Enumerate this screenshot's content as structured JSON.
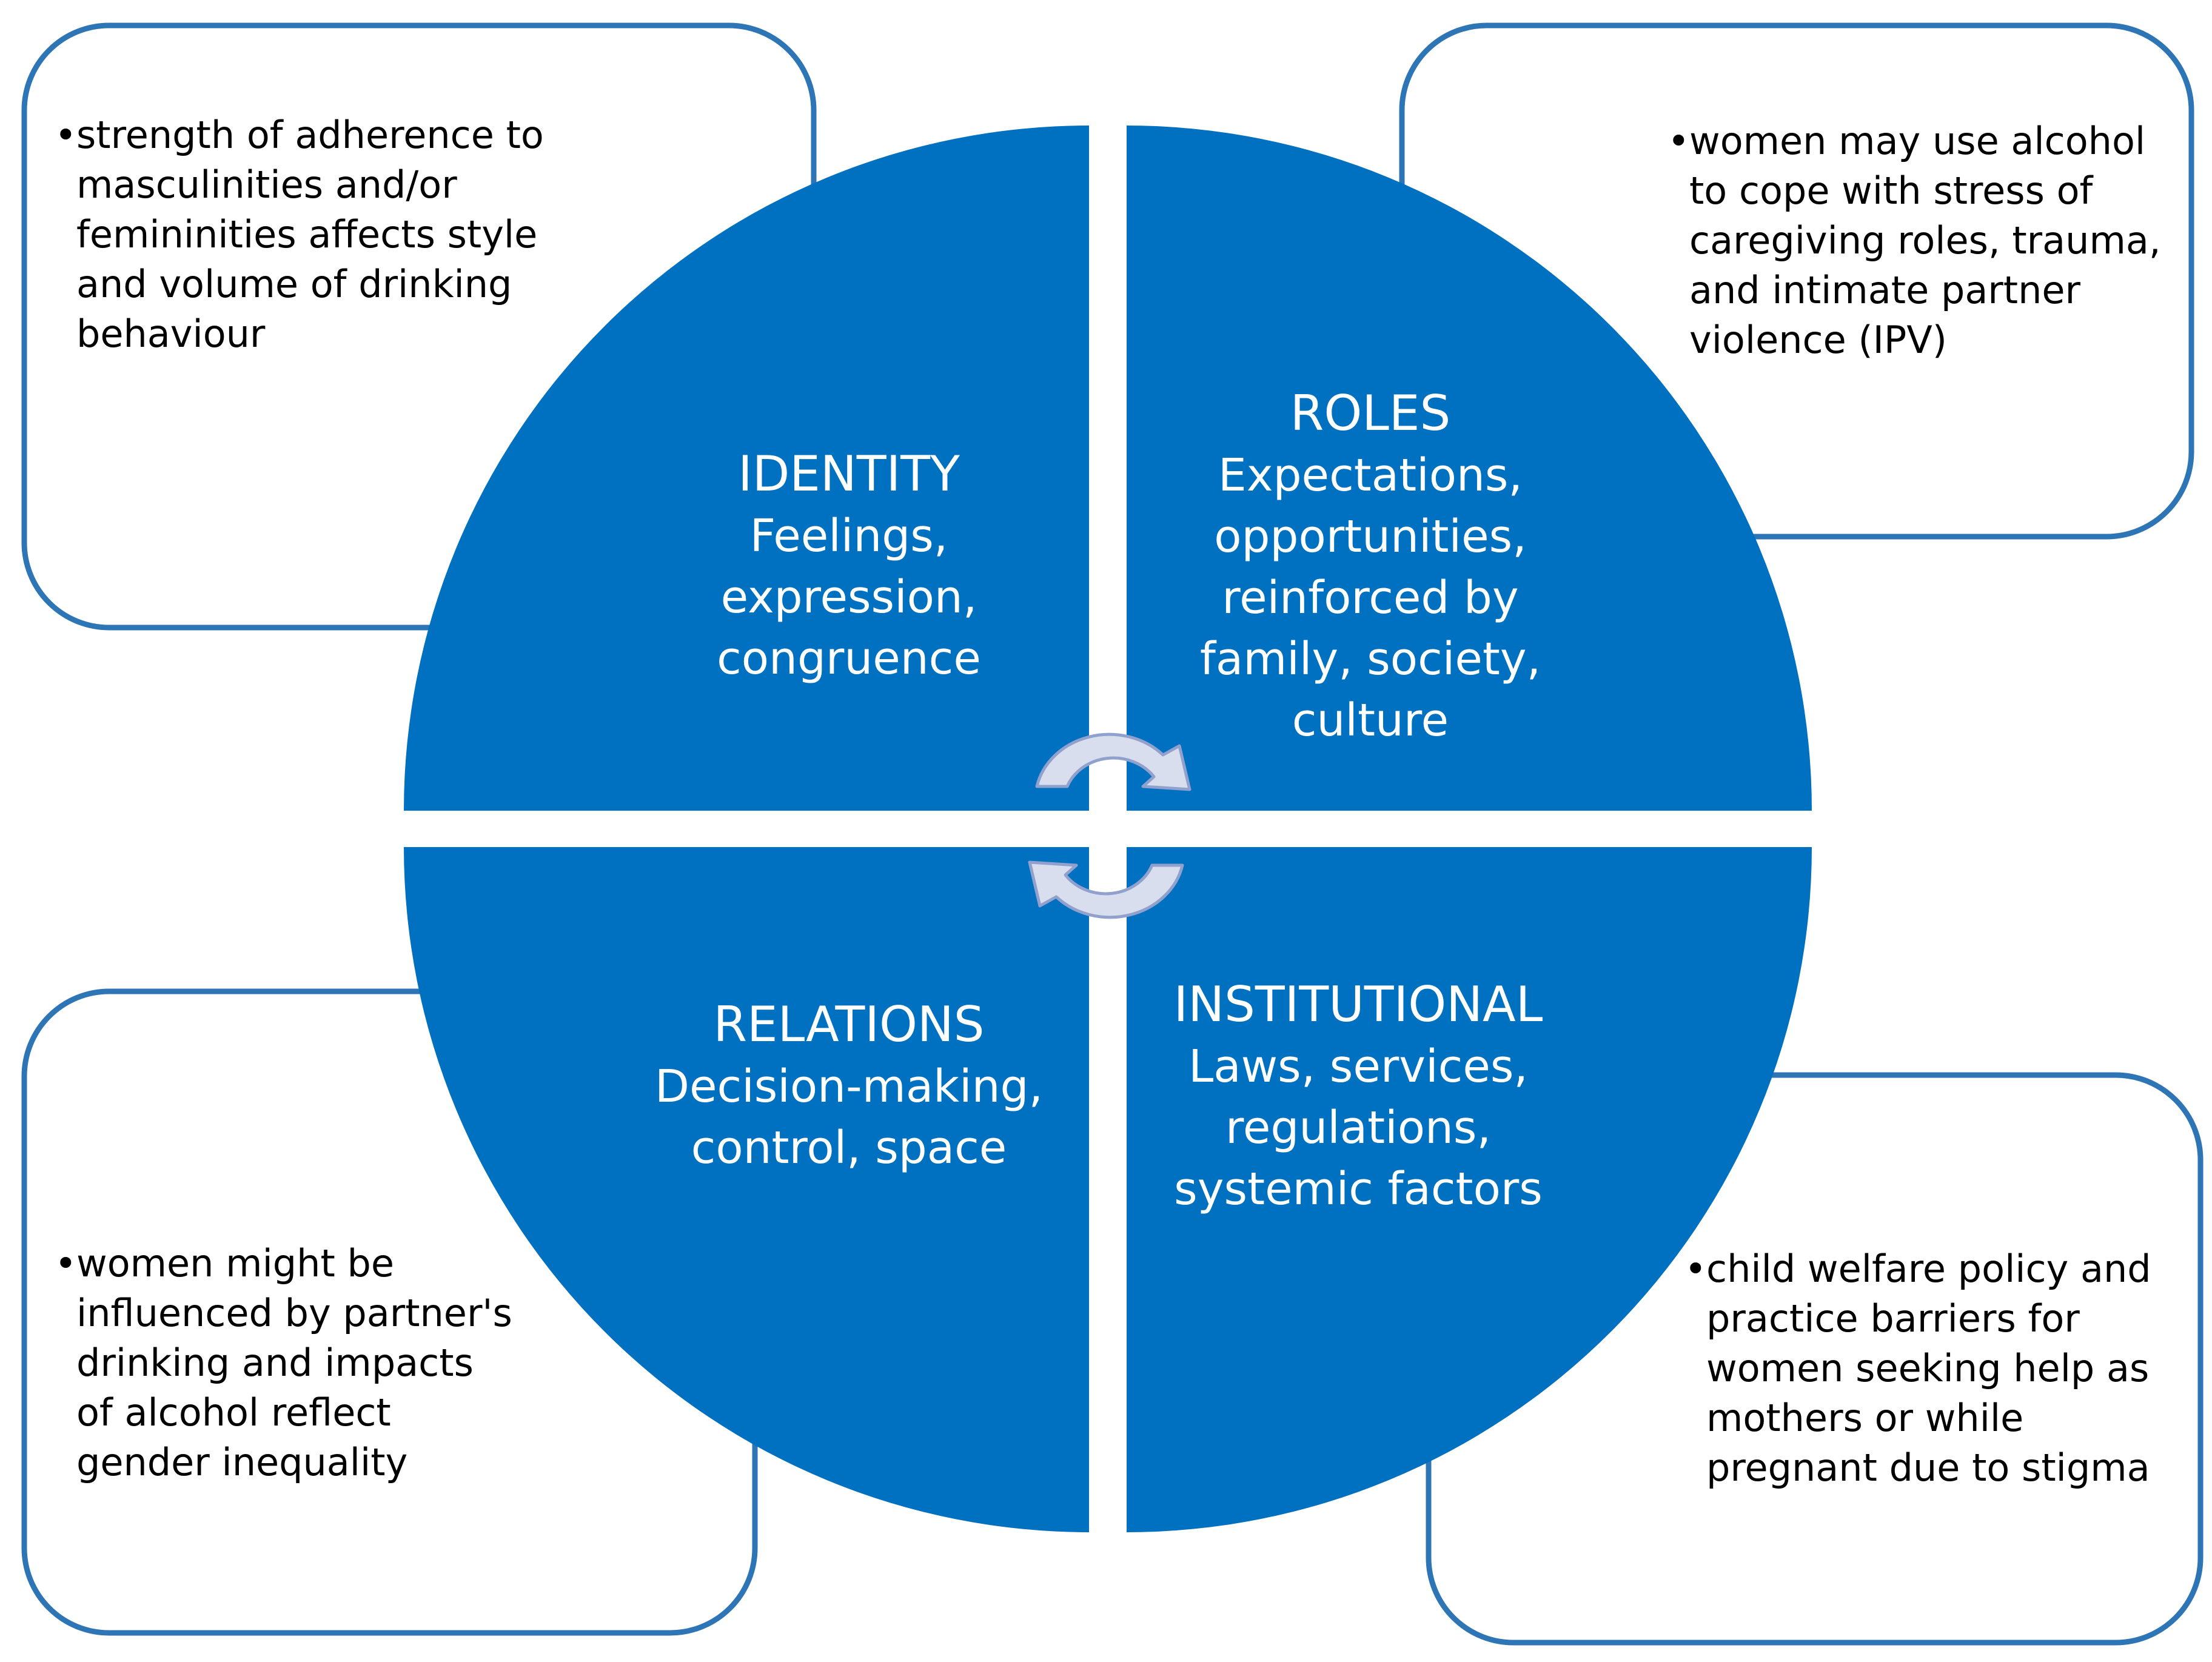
{
  "colors": {
    "quadrant_fill": "#0070C0",
    "callout_border": "#2E75B6",
    "arrow_fill": "#D8DEEE",
    "arrow_stroke": "#8FA1CC",
    "text_dark": "#000000",
    "text_light": "#FFFFFF"
  },
  "quadrants": {
    "identity": {
      "title": "IDENTITY",
      "lines": [
        "Feelings,",
        "expression,",
        "congruence"
      ]
    },
    "roles": {
      "title": "ROLES",
      "lines": [
        "Expectations,",
        "opportunities,",
        "reinforced by",
        "family, society,",
        "culture"
      ]
    },
    "relations": {
      "title": "RELATIONS",
      "lines": [
        "Decision-making,",
        "control, space"
      ]
    },
    "institutional": {
      "title": "INSTITUTIONAL",
      "lines": [
        "Laws, services,",
        "regulations,",
        "systemic factors"
      ]
    }
  },
  "callouts": {
    "top_left": {
      "bullet": "•",
      "lines": [
        "strength of adherence to",
        "masculinities and/or",
        "femininities affects style",
        "and volume of drinking",
        "behaviour"
      ]
    },
    "top_right": {
      "bullet": "•",
      "lines": [
        "women may use alcohol",
        "to cope with stress of",
        "caregiving roles, trauma,",
        "and intimate partner",
        "violence (IPV)"
      ]
    },
    "bottom_left": {
      "bullet": "•",
      "lines": [
        "women might be",
        "influenced by partner's",
        "drinking and impacts",
        "of alcohol reflect",
        "gender inequality"
      ]
    },
    "bottom_right": {
      "bullet": "•",
      "lines": [
        "child welfare policy and",
        "practice barriers for",
        "women seeking help as",
        "mothers or while",
        "pregnant due to stigma"
      ]
    }
  },
  "cycle_arrows": {
    "top": "clockwise-arrow-icon",
    "bottom": "clockwise-arrow-icon"
  }
}
